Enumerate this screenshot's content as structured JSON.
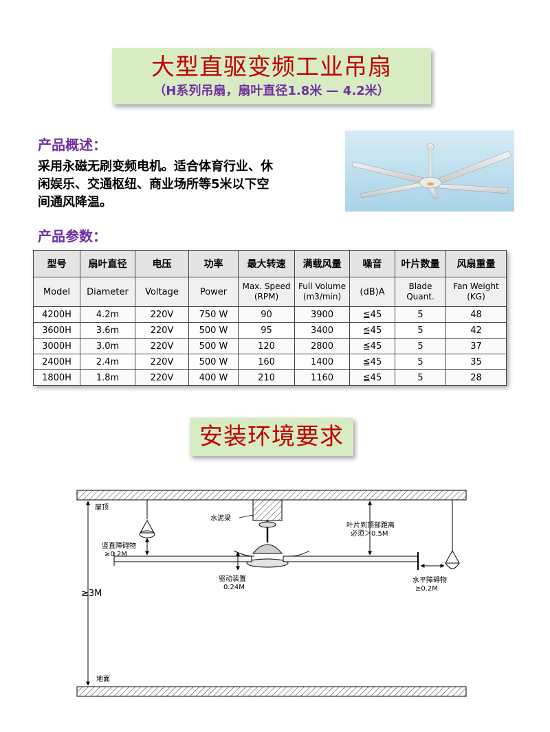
{
  "header": {
    "title": "大型直驱变频工业吊扇",
    "subtitle": "（H系列吊扇，扇叶直径1.8米 — 4.2米）"
  },
  "overview": {
    "heading": "产品概述：",
    "lines": [
      "采用永磁无刷变频电机。适合体育行业、休",
      "闲娱乐、交通枢纽、商业场所等5米以下空",
      "间通风降温。"
    ]
  },
  "params": {
    "heading": "产品参数：",
    "headers_cn": [
      "型号",
      "扇叶直径",
      "电压",
      "功率",
      "最大转速",
      "满载风量",
      "噪音",
      "叶片数量",
      "风扇重量"
    ],
    "headers_en": [
      [
        "Model"
      ],
      [
        "Diameter"
      ],
      [
        "Voltage"
      ],
      [
        "Power"
      ],
      [
        "Max. Speed",
        "(RPM)"
      ],
      [
        "Full Volume",
        "(m3/min)"
      ],
      [
        "(dB)A"
      ],
      [
        "Blade",
        "Quant."
      ],
      [
        "Fan Weight",
        "(KG)"
      ]
    ],
    "rows": [
      [
        "4200H",
        "4.2m",
        "220V",
        "750 W",
        "90",
        "3900",
        "≦45",
        "5",
        "48"
      ],
      [
        "3600H",
        "3.6m",
        "220V",
        "500 W",
        "95",
        "3400",
        "≦45",
        "5",
        "42"
      ],
      [
        "3000H",
        "3.0m",
        "220V",
        "500 W",
        "120",
        "2800",
        "≦45",
        "5",
        "37"
      ],
      [
        "2400H",
        "2.4m",
        "220V",
        "500 W",
        "160",
        "1400",
        "≦45",
        "5",
        "35"
      ],
      [
        "1800H",
        "1.8m",
        "220V",
        "400 W",
        "210",
        "1160",
        "≦45",
        "5",
        "28"
      ]
    ]
  },
  "install": {
    "title": "安装环境要求"
  },
  "diagram": {
    "ceiling": "屋顶",
    "beam": "水泥梁",
    "blade_top_line1": "叶片到顶部距离",
    "blade_top_line2": "必须＞0.5M",
    "vertical_obstacle_line1": "竖直障碍物",
    "vertical_obstacle_line2": "≥0.2M",
    "drive_line1": "驱动装置",
    "drive_line2": "0.24M",
    "horizontal_obstacle_line1": "水平障碍物",
    "horizontal_obstacle_line2": "≥0.2M",
    "height": "≥3M",
    "floor": "地面"
  }
}
